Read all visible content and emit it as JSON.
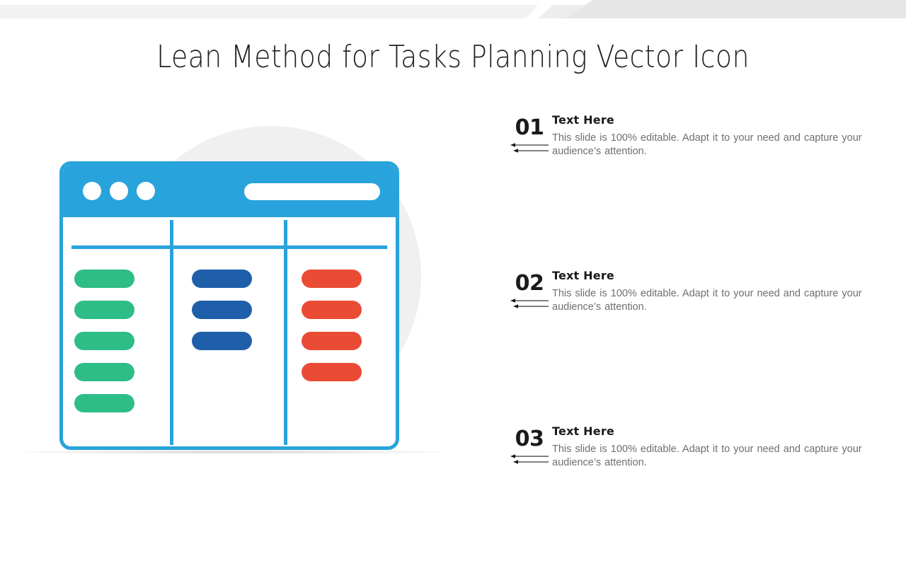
{
  "page": {
    "title": "Lean Method for Tasks Planning Vector Icon",
    "background_color": "#ffffff"
  },
  "header_decoration": {
    "band_light_color": "#f2f2f2",
    "band_mid_color": "#ededed",
    "band_dark_color": "#e6e6e6"
  },
  "illustration": {
    "name": "kanban-browser-window",
    "accent_color": "#29a3dc",
    "backdrop_circle_color": "#f0f0f0",
    "title_bar": {
      "dots": [
        "window-dot-1",
        "window-dot-2",
        "window-dot-3"
      ],
      "address_bar_label": ""
    },
    "board": {
      "columns": [
        {
          "name": "column-todo",
          "color": "#2EBD87",
          "card_count": 5
        },
        {
          "name": "column-doing",
          "color": "#1F5FA9",
          "card_count": 3
        },
        {
          "name": "column-done",
          "color": "#EA4B35",
          "card_count": 4
        }
      ]
    }
  },
  "content": {
    "blocks": [
      {
        "number": "01",
        "title": "Text Here",
        "body": "This slide is 100% editable. Adapt it to your need and capture your audience’s attention."
      },
      {
        "number": "02",
        "title": "Text Here",
        "body": "This slide is 100% editable. Adapt it to your need and capture your audience’s attention."
      },
      {
        "number": "03",
        "title": "Text Here",
        "body": "This slide is 100% editable. Adapt it to your need and capture your audience’s attention."
      }
    ]
  }
}
